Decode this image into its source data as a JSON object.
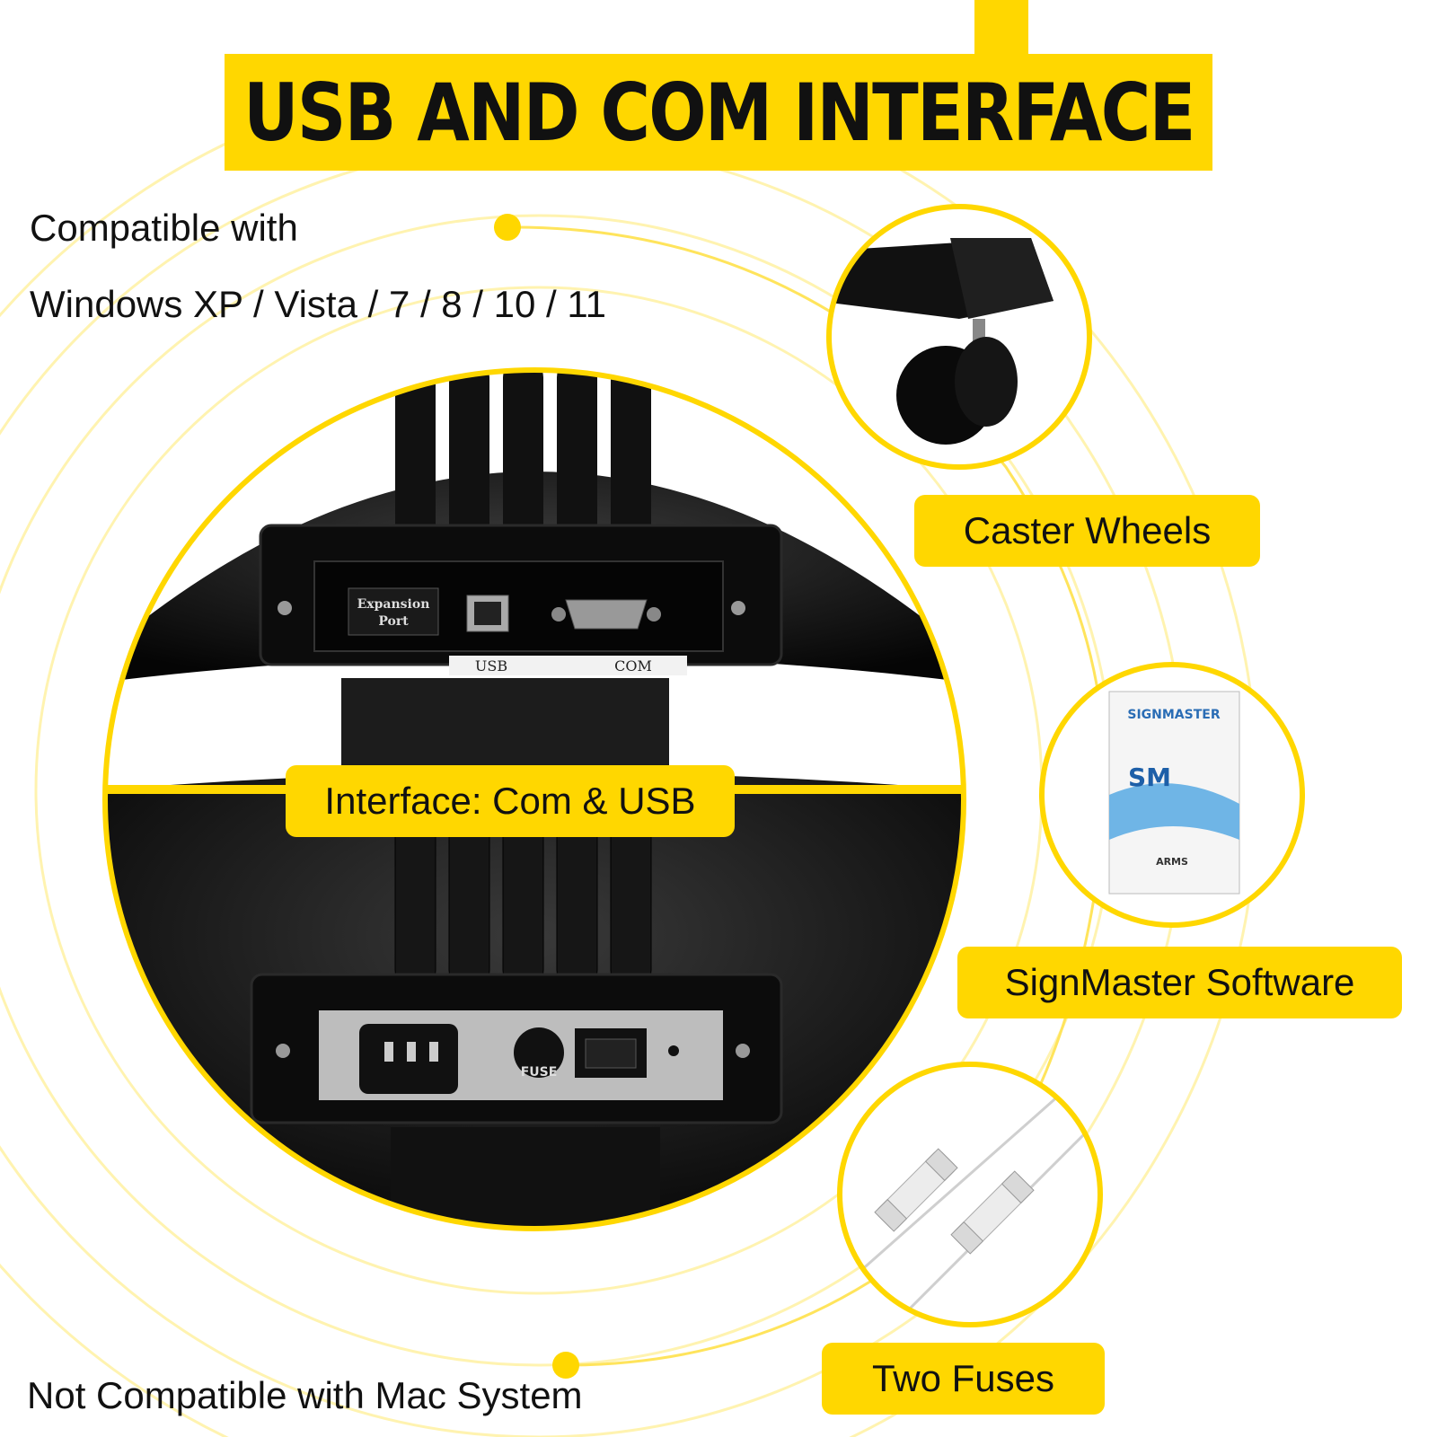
{
  "title": "USB AND COM INTERFACE",
  "compat_line1": "Compatible with",
  "compat_line2": "Windows XP / Vista / 7 / 8 / 10 / 11",
  "not_compat": "Not Compatible with Mac System",
  "center_label": "Interface: Com & USB",
  "features": [
    {
      "label": "Caster Wheels"
    },
    {
      "label": "SignMaster Software"
    },
    {
      "label": "Two Fuses"
    }
  ],
  "panel_top": {
    "expansion": "Expansion Port",
    "usb": "USB",
    "com": "COM"
  },
  "panel_bottom": {
    "fuse": "FUSE"
  },
  "software_box": {
    "brand": "SIGNMASTER",
    "logo": "SM",
    "sub": "ARMS"
  },
  "colors": {
    "accent": "#ffd700",
    "text": "#111111",
    "device": "#141414"
  }
}
